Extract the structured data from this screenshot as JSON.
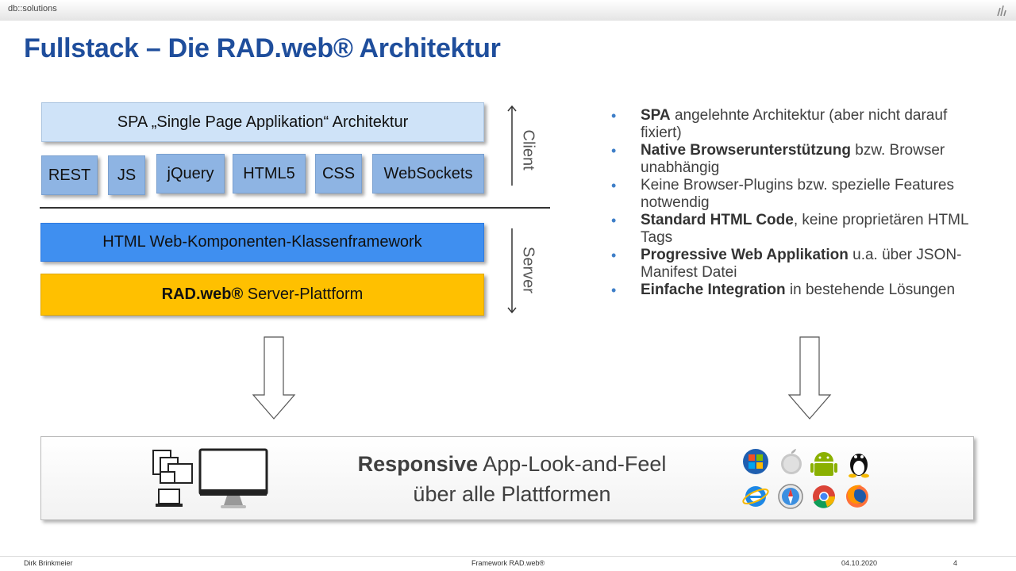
{
  "header": {
    "brand": "db::solutions",
    "logo_icon": "db-logo-icon"
  },
  "title": "Fullstack – Die RAD.web® Architektur",
  "diagram": {
    "spa_label": "SPA „Single Page Applikation“ Architektur",
    "chips": [
      "REST",
      "JS",
      "jQuery",
      "HTML5",
      "CSS",
      "WebSockets"
    ],
    "html_framework_label": "HTML Web-Komponenten-Klassenframework",
    "rad_bold": "RAD.web®",
    "rad_rest": " Server-Plattform",
    "client_label": "Client",
    "server_label": "Server"
  },
  "bullets": [
    {
      "bold": "SPA",
      "text": " angelehnte Architektur (aber nicht darauf fixiert)"
    },
    {
      "bold": "Native Browserunterstützung",
      "text": " bzw. Browser unabhängig"
    },
    {
      "bold": "",
      "text": "Keine Browser-Plugins bzw. spezielle Features notwendig"
    },
    {
      "bold": "Standard HTML Code",
      "text": ", keine proprietären HTML Tags"
    },
    {
      "bold": "Progressive Web Applikation",
      "text": " u.a. über JSON-Manifest Datei"
    },
    {
      "bold": "Einfache Integration",
      "text": " in bestehende Lösungen"
    }
  ],
  "bottom": {
    "bold": "Responsive",
    "line1_rest": " App-Look-and-Feel",
    "line2": "über alle Plattformen",
    "devices_icon": "devices-icon",
    "platform_icons": [
      "windows-icon",
      "apple-icon",
      "android-icon",
      "linux-icon",
      "ie-icon",
      "safari-icon",
      "chrome-icon",
      "firefox-icon"
    ]
  },
  "footer": {
    "author": "Dirk Brinkmeier",
    "center": "Framework RAD.web®",
    "date": "04.10.2020",
    "page": "4"
  }
}
